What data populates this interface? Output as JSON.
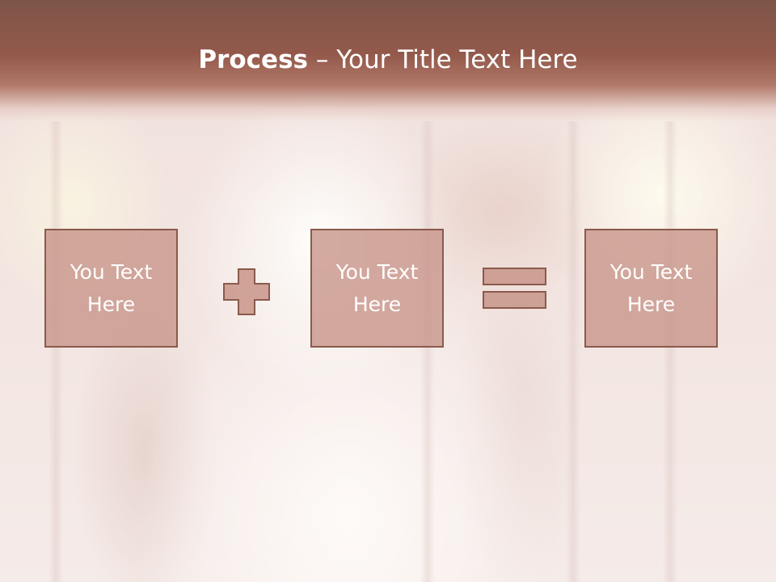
{
  "slide": {
    "title_bold": "Process",
    "title_rest": " – Your Title Text Here",
    "boxes": [
      {
        "text": "You Text Here"
      },
      {
        "text": "You Text Here"
      },
      {
        "text": "You Text Here"
      }
    ],
    "operators": [
      "plus-icon",
      "equals-icon"
    ],
    "colors": {
      "header": "#93594b",
      "box_fill": "#c8958a",
      "box_border": "#8a5a4c",
      "text": "#ffffff"
    }
  }
}
